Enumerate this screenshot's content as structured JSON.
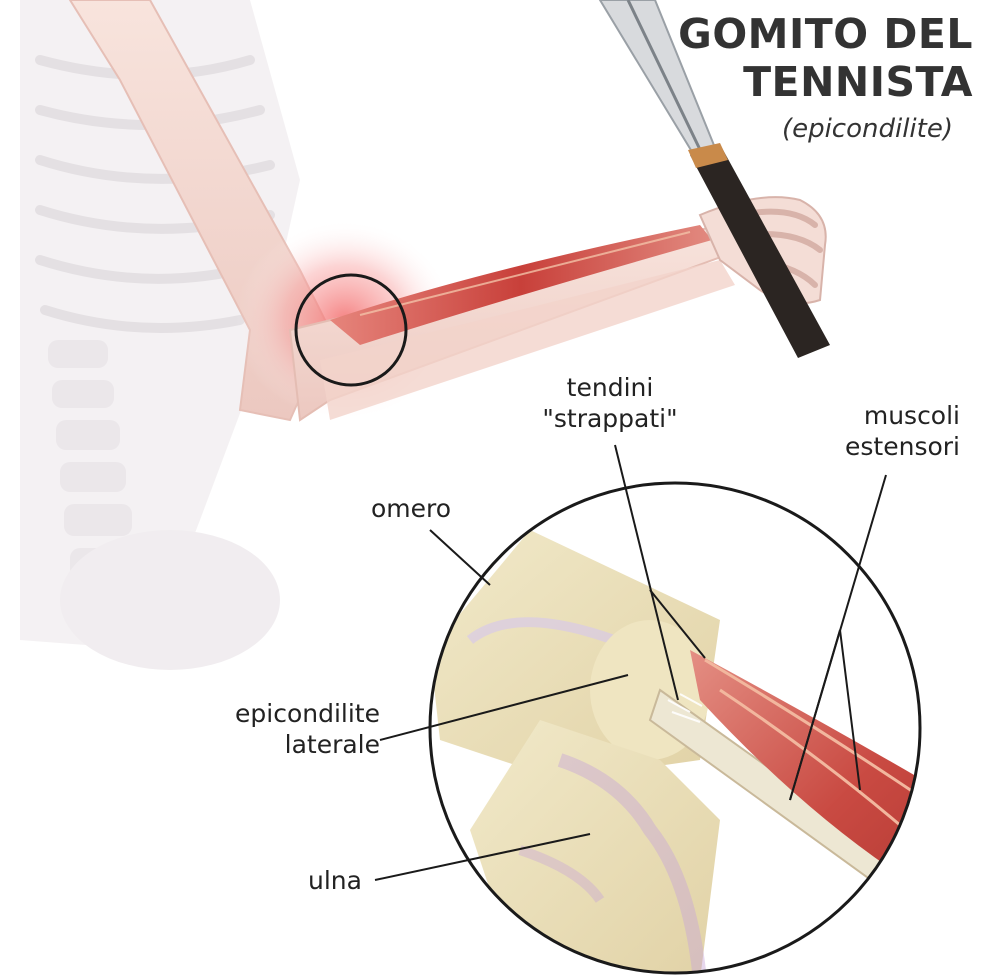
{
  "title": {
    "line1": "GOMITO DEL",
    "line2": "TENNISTA",
    "subtitle": "(epicondilite)"
  },
  "labels": {
    "tendini_line1": "tendini",
    "tendini_line2": "\"strappati\"",
    "muscoli_line1": "muscoli",
    "muscoli_line2": "estensori",
    "omero": "omero",
    "epicondilite_line1": "epicondilite",
    "epicondilite_line2": "laterale",
    "ulna": "ulna"
  },
  "colors": {
    "bone": "#f4d9d3",
    "bone_detail": "#efe6c4",
    "muscle": "#d9574f",
    "inflammation": "#f36d6d",
    "outline": "#1a1a1a",
    "title_text": "#333333"
  }
}
